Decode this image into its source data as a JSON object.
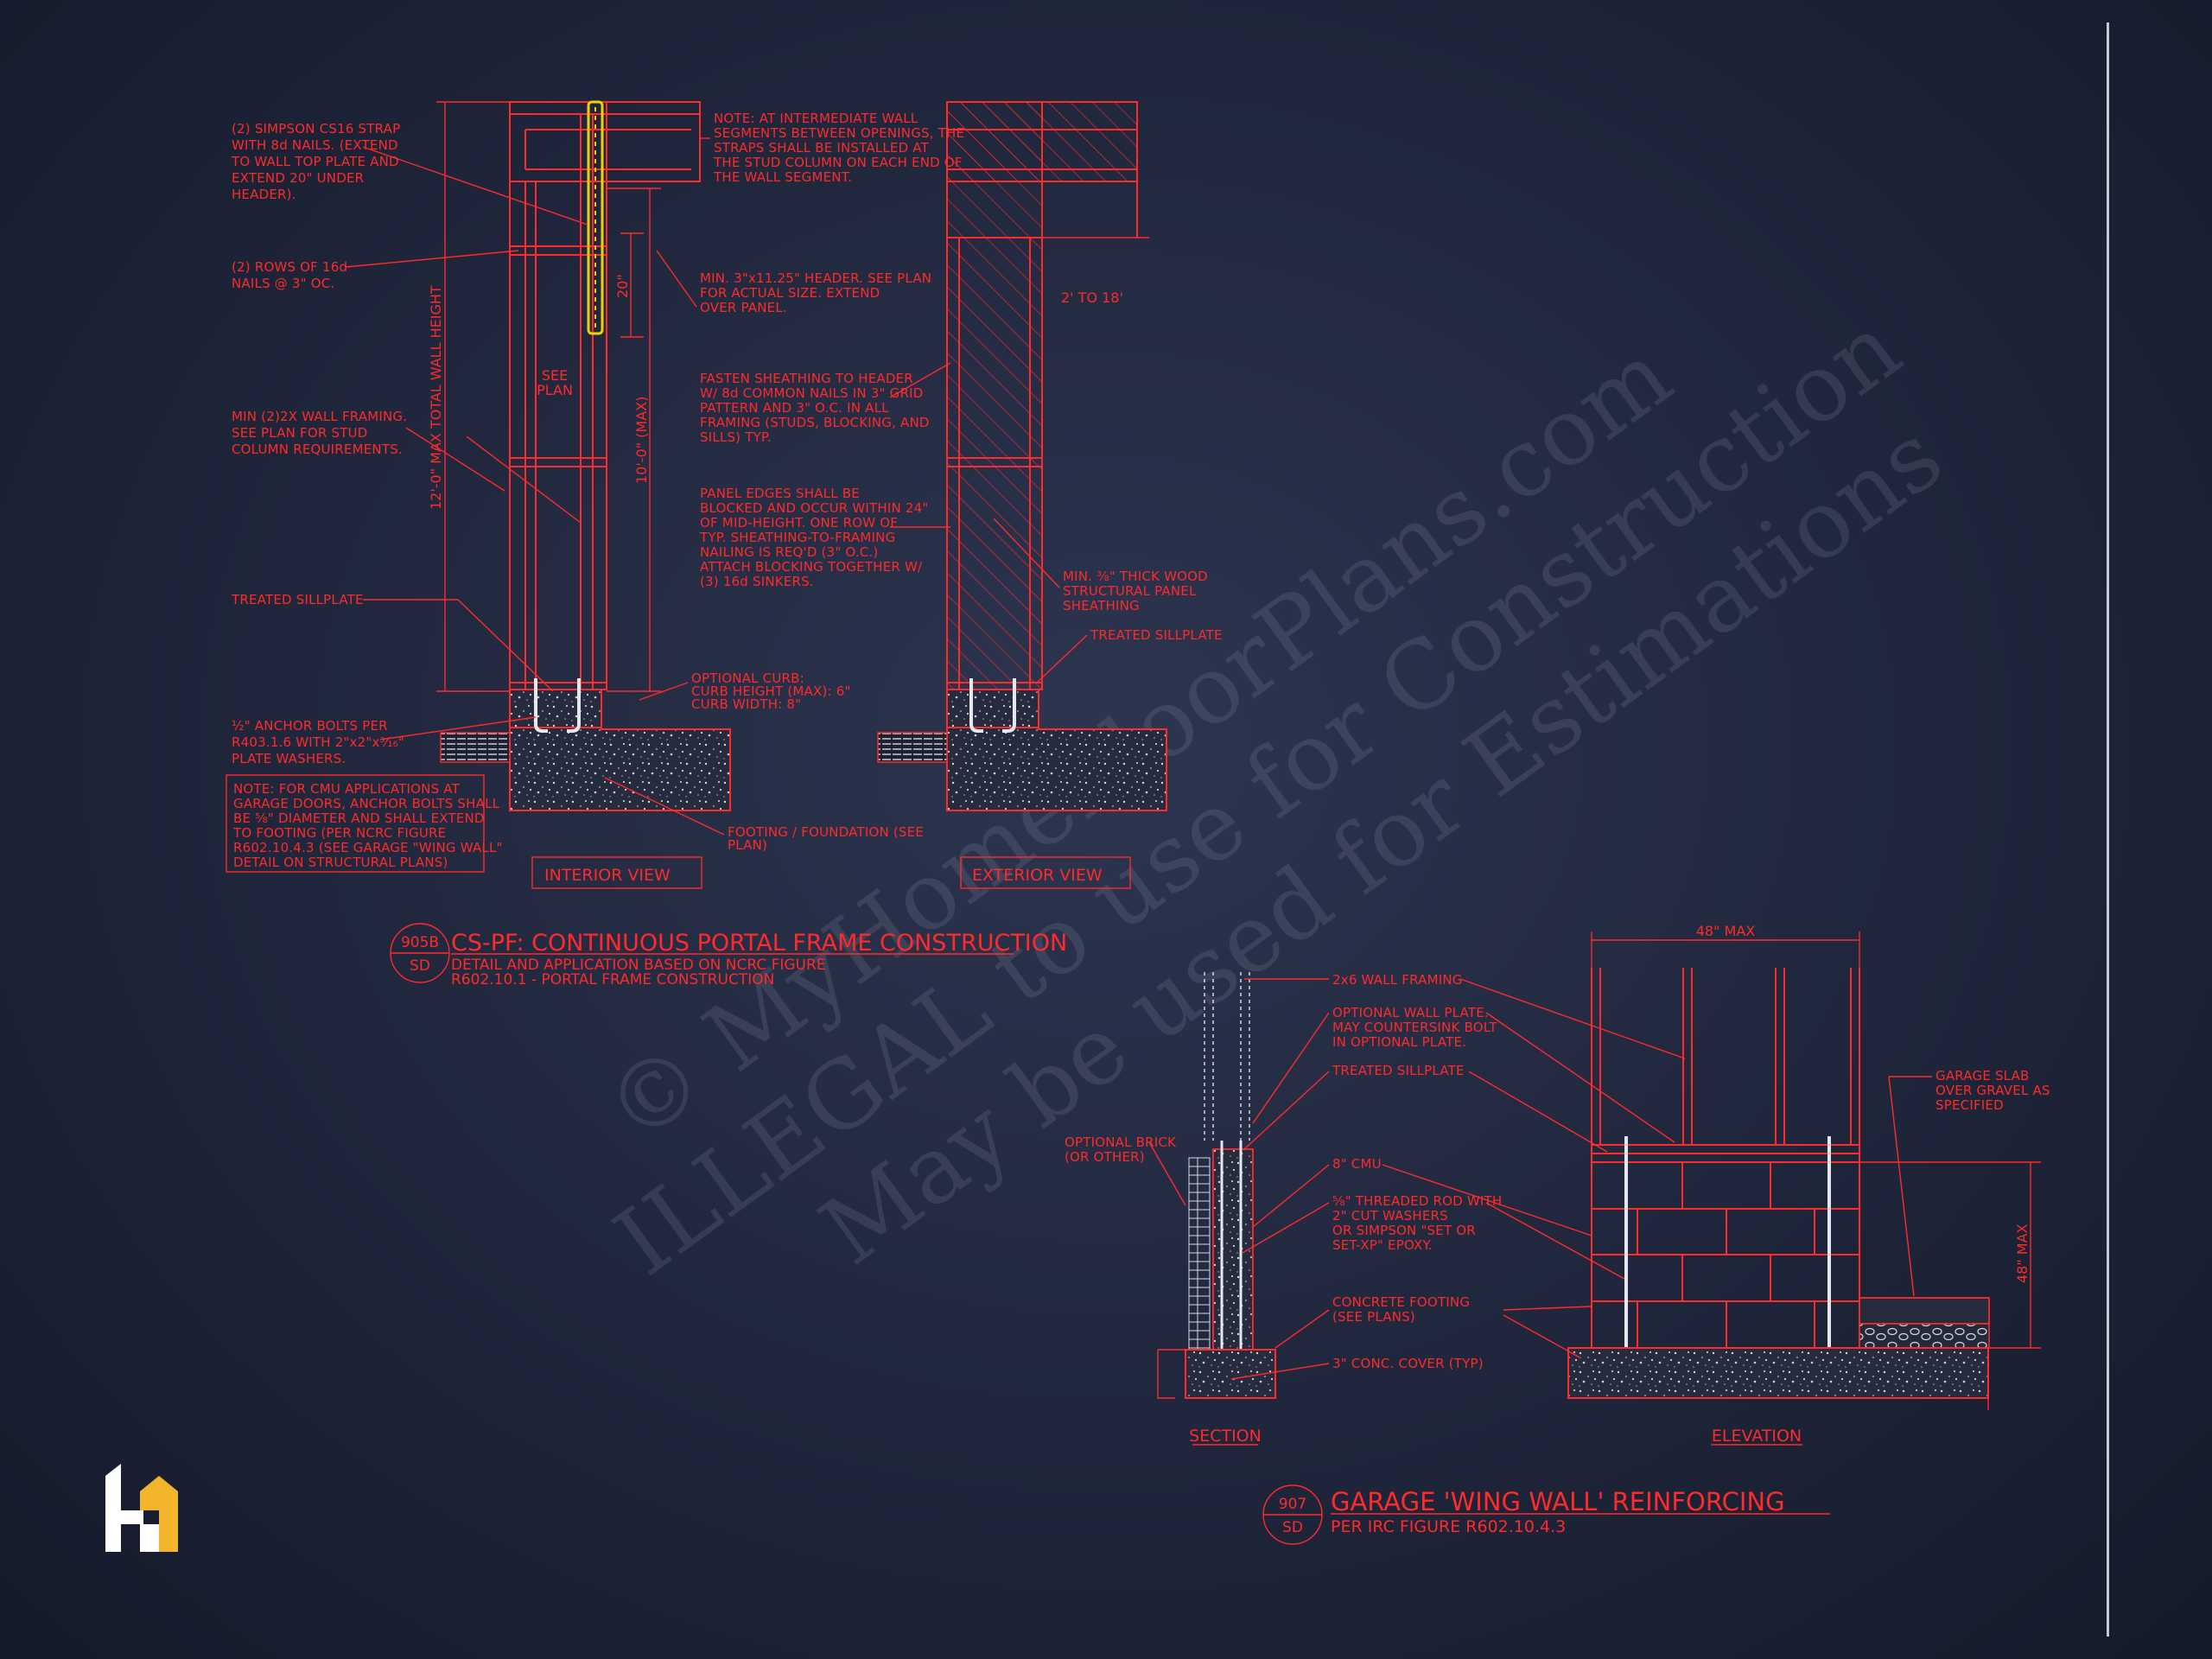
{
  "detail_905b": {
    "callouts": [
      [
        "(2) SIMPSON CS16 STRAP",
        "WITH 8d NAILS. (EXTEND",
        "TO WALL TOP PLATE AND",
        "EXTEND 20\" UNDER",
        "HEADER)."
      ],
      [
        "(2) ROWS OF 16d",
        "NAILS @ 3\" OC."
      ],
      [
        "MIN (2)2X WALL FRAMING.",
        "SEE PLAN FOR STUD",
        "COLUMN REQUIREMENTS."
      ],
      [
        "TREATED SILLPLATE"
      ],
      [
        "½\" ANCHOR BOLTS PER",
        "R403.1.6 WITH 2\"x2\"x³⁄₁₆\"",
        "PLATE WASHERS."
      ],
      [
        "NOTE: AT INTERMEDIATE WALL",
        "SEGMENTS BETWEEN OPENINGS, THE",
        "STRAPS SHALL BE INSTALLED AT",
        "THE STUD COLUMN ON EACH END OF",
        "THE WALL SEGMENT."
      ],
      [
        "MIN. 3\"x11.25\" HEADER. SEE PLAN",
        "FOR ACTUAL SIZE. EXTEND",
        "OVER PANEL."
      ],
      [
        "FASTEN SHEATHING TO HEADER",
        "W/ 8d COMMON NAILS IN 3\" GRID",
        "PATTERN AND 3\" O.C. IN ALL",
        "FRAMING (STUDS, BLOCKING, AND",
        "SILLS) TYP."
      ],
      [
        "PANEL EDGES SHALL BE",
        "BLOCKED AND OCCUR WITHIN 24\"",
        "OF MID-HEIGHT.  ONE ROW OF",
        "TYP. SHEATHING-TO-FRAMING",
        "NAILING IS REQ'D (3\" O.C.)",
        "ATTACH BLOCKING TOGETHER W/",
        "(3) 16d SINKERS."
      ],
      [
        "OPTIONAL CURB:",
        "CURB HEIGHT (MAX): 6\"",
        "CURB WIDTH: 8\""
      ],
      [
        "FOOTING / FOUNDATION (SEE",
        "PLAN)"
      ],
      [
        "MIN. ⅜\" THICK WOOD",
        "STRUCTURAL PANEL",
        "SHEATHING"
      ],
      [
        "TREATED SILLPLATE"
      ]
    ],
    "boxed_note": [
      "NOTE: FOR CMU APPLICATIONS AT",
      "GARAGE DOORS, ANCHOR BOLTS SHALL",
      "BE ⅝\" DIAMETER AND SHALL EXTEND",
      "TO FOOTING (PER NCRC FIGURE",
      "R602.10.4.3 (SEE GARAGE \"WING WALL\"",
      "DETAIL ON STRUCTURAL PLANS)"
    ],
    "dims": {
      "see_plan": [
        "SEE",
        "PLAN"
      ],
      "strap": "20\"",
      "max_height": "10'-0\" (MAX)",
      "total_height": "12'-0\" MAX TOTAL WALL HEIGHT",
      "header_span": "2' TO 18'"
    },
    "views": {
      "interior": "INTERIOR VIEW",
      "exterior": "EXTERIOR VIEW"
    },
    "bubble": {
      "number": "905B",
      "sheet": "SD"
    },
    "title": "CS-PF: CONTINUOUS PORTAL FRAME CONSTRUCTION",
    "subtitle": [
      "DETAIL AND APPLICATION BASED ON NCRC FIGURE",
      "R602.10.1 - PORTAL FRAME CONSTRUCTION"
    ]
  },
  "detail_907": {
    "callouts": [
      [
        "2x6 WALL FRAMING"
      ],
      [
        "OPTIONAL WALL PLATE.",
        "MAY COUNTERSINK BOLT",
        "IN OPTIONAL PLATE."
      ],
      [
        "TREATED SILLPLATE"
      ],
      [
        "8\" CMU"
      ],
      [
        "⅝\" THREADED ROD WITH",
        "2\" CUT WASHERS",
        "OR SIMPSON \"SET OR",
        "SET-XP\" EPOXY."
      ],
      [
        "CONCRETE FOOTING",
        "(SEE PLANS)"
      ],
      [
        "3\" CONC. COVER (TYP)"
      ],
      [
        "OPTIONAL BRICK",
        "(OR OTHER)"
      ],
      [
        "GARAGE SLAB",
        "OVER GRAVEL AS",
        "SPECIFIED"
      ]
    ],
    "dims": {
      "width": "48\" MAX",
      "height": "48\" MAX"
    },
    "views": {
      "section": "SECTION",
      "elevation": "ELEVATION"
    },
    "bubble": {
      "number": "907",
      "sheet": "SD"
    },
    "title": "GARAGE 'WING WALL' REINFORCING",
    "subtitle": "PER IRC FIGURE R602.10.4.3"
  },
  "watermark": {
    "line1": "© MyHomeFloorPlans.com",
    "line2": "ILLEGAL to use for Construction",
    "line3": "May be used for Estimations"
  },
  "colors": {
    "linework": "#ff2a2a",
    "strap": "#f0d200",
    "background": "#1f263b",
    "logo_gold": "#f3b52b"
  }
}
